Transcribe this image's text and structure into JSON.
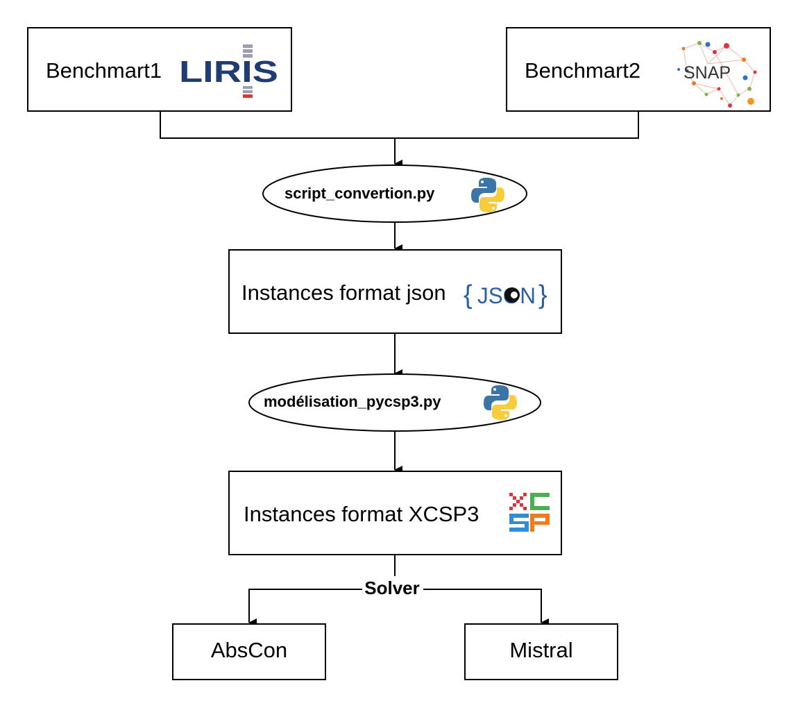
{
  "nodes": {
    "benchmark1": {
      "label": "Benchmart1",
      "logo_text": "LIRIS"
    },
    "benchmark2": {
      "label": "Benchmart2",
      "logo_text": "SNAP"
    },
    "script_conversion": {
      "label": "script_convertion.py"
    },
    "instances_json": {
      "label": "Instances format json",
      "logo_text": "JSON"
    },
    "modelisation": {
      "label": "modélisation_pycsp3.py"
    },
    "instances_xcsp3": {
      "label": "Instances format XCSP3",
      "logo_letters": [
        "X",
        "C",
        "S",
        "P"
      ]
    },
    "abscon": {
      "label": "AbsCon"
    },
    "mistral": {
      "label": "Mistral"
    }
  },
  "edge_labels": {
    "solver": "Solver"
  },
  "colors": {
    "liris_blue": "#1f3c73",
    "liris_gray": "#9a9fae",
    "liris_red": "#d9383a",
    "python_blue": "#3b75a8",
    "python_yellow": "#f8cd3c",
    "json_blue": "#2c5fa3",
    "xcsp_red": "#d9383a",
    "xcsp_green": "#4caf50",
    "xcsp_blue": "#2f8dd6",
    "xcsp_orange": "#f07b1e"
  },
  "icons": [
    "liris-logo",
    "snap-logo",
    "python-icon",
    "json-logo",
    "xcsp-logo"
  ]
}
